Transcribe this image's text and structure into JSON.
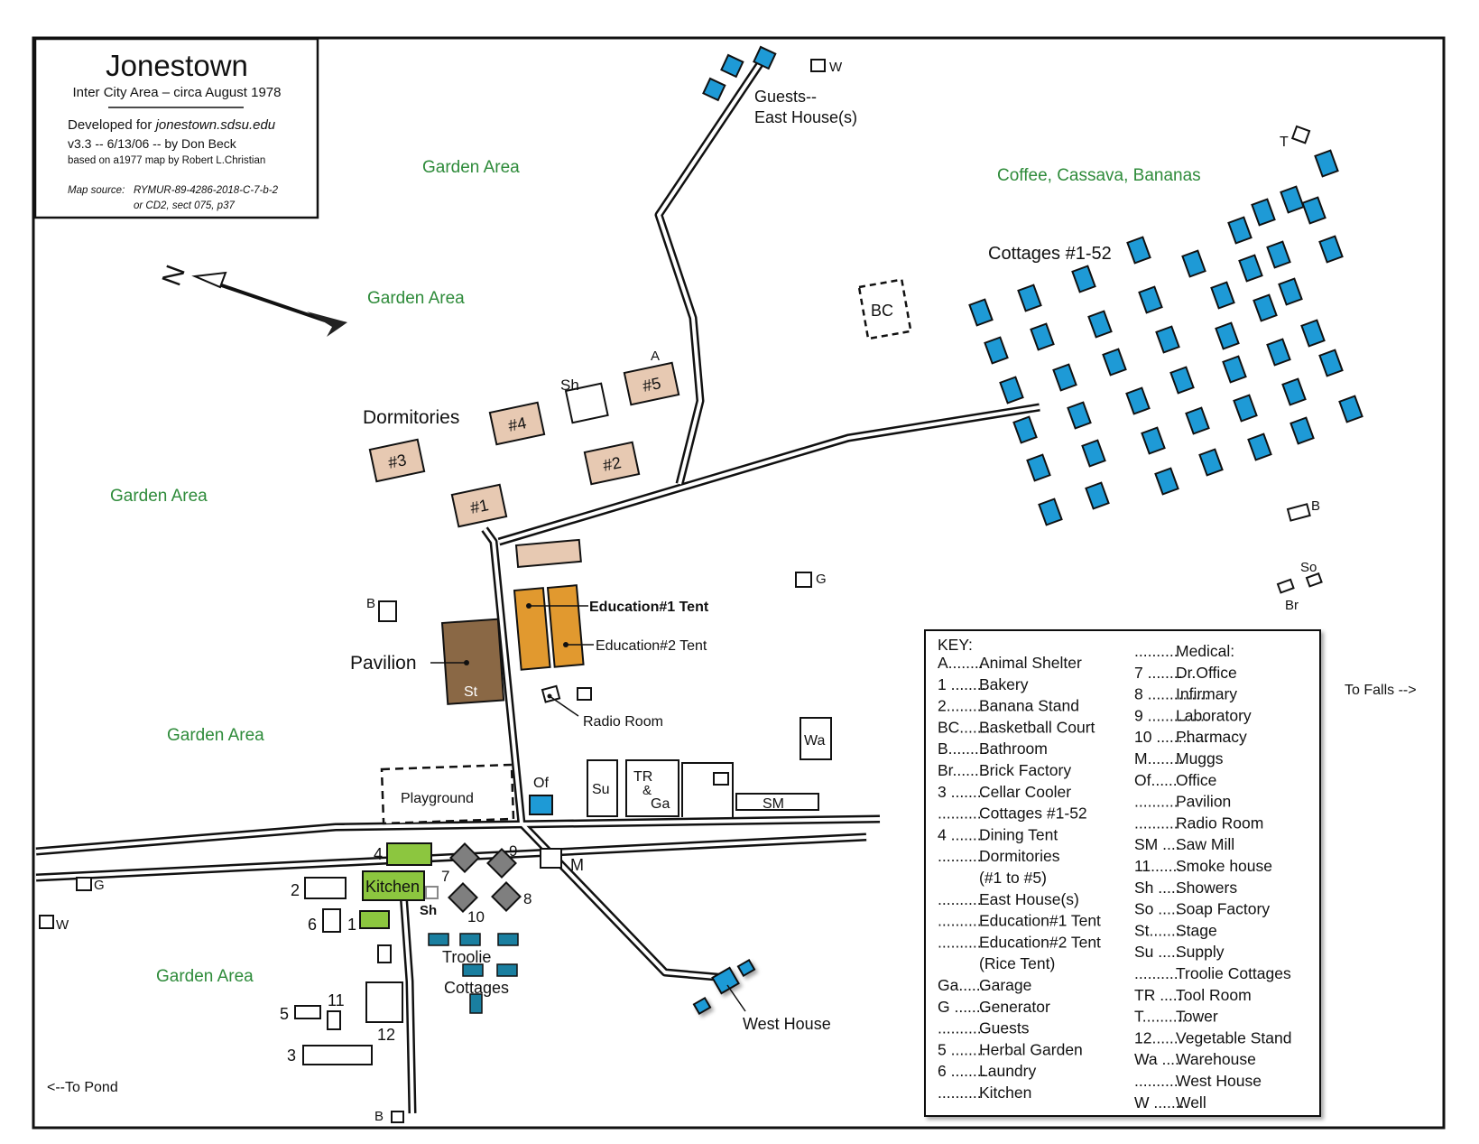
{
  "title_box": {
    "title": "Jonestown",
    "subtitle": "Inter City Area – circa August 1978",
    "developed_prefix": "Developed for ",
    "developed_site": "jonestown.sdsu.edu",
    "version": "v3.3 -- 6/13/06 -- by Don Beck",
    "based_on": "based on a1977 map by Robert L.Christian",
    "source_label": "Map source:",
    "source_line1": "RYMUR-89-4286-2018-C-7-b-2",
    "source_line2": "or CD2, sect 075, p37"
  },
  "north_label": "N",
  "colors": {
    "cottage_blue": "#1e9ad6",
    "dormitory_tan": "#e7c9b2",
    "education_orange": "#e1992f",
    "pavilion_brown": "#8a6845",
    "kitchen_green": "#8cc63f",
    "garden_green": "#2e8b3a",
    "gray_building": "#7f7f7f",
    "troolie_teal": "#1a7fa0"
  },
  "labels": {
    "garden_area": "Garden Area",
    "coffee": "Coffee, Cassava, Bananas",
    "cottages": "Cottages #1-52",
    "guests_1": "Guests--",
    "guests_2": "East House(s)",
    "dormitories": "Dormitories",
    "pavilion": "Pavilion",
    "stage": "St",
    "education1": "Education#1 Tent",
    "education2": "Education#2 Tent",
    "radio_room": "Radio Room",
    "playground": "Playground",
    "office": "Of",
    "supply": "Su",
    "tr": "TR",
    "amp": "&",
    "ga": "Ga",
    "saw_mill": "SM",
    "warehouse": "Wa",
    "muggs": "M",
    "kitchen": "Kitchen",
    "showers": "Sh",
    "troolie_1": "Troolie",
    "troolie_2": "Cottages",
    "west_house": "West House",
    "to_falls": "To Falls -->",
    "to_pond": "<--To Pond",
    "bc": "BC",
    "dorm1": "#1",
    "dorm2": "#2",
    "dorm3": "#3",
    "dorm4": "#4",
    "dorm5": "#5",
    "a": "A",
    "sh_top": "Sh",
    "w": "W",
    "t": "T",
    "b": "B",
    "so": "So",
    "br": "Br",
    "g": "G",
    "n1": "1",
    "n2": "2",
    "n3": "3",
    "n4": "4",
    "n5": "5",
    "n6": "6",
    "n7": "7",
    "n8": "8",
    "n9": "9",
    "n10": "10",
    "n11": "11",
    "n12": "12"
  },
  "key": {
    "heading": "KEY:",
    "left": [
      {
        "code": "A........",
        "name": "Animal Shelter"
      },
      {
        "code": "1 ........",
        "name": "Bakery"
      },
      {
        "code": "2........",
        "name": "Banana Stand"
      },
      {
        "code": "BC.......",
        "name": "Basketball Court"
      },
      {
        "code": "B.........",
        "name": "Bathroom"
      },
      {
        "code": "Br........",
        "name": "Brick Factory"
      },
      {
        "code": "3 ........",
        "name": "Cellar Cooler"
      },
      {
        "code": "..........",
        "name": "Cottages #1-52"
      },
      {
        "code": "4 ........",
        "name": "Dining Tent"
      },
      {
        "code": "..........",
        "name": "Dormitories"
      },
      {
        "code": "",
        "name": "(#1 to #5)"
      },
      {
        "code": "..........",
        "name": "East House(s)"
      },
      {
        "code": "..........",
        "name": "Education#1 Tent"
      },
      {
        "code": "..........",
        "name": "Education#2 Tent"
      },
      {
        "code": "",
        "name": "(Rice Tent)"
      },
      {
        "code": "Ga......",
        "name": "Garage"
      },
      {
        "code": "G ........",
        "name": "Generator"
      },
      {
        "code": "..........",
        "name": "Guests"
      },
      {
        "code": "5 ........",
        "name": "Herbal Garden"
      },
      {
        "code": "6 ........",
        "name": "Laundry"
      },
      {
        "code": "..........",
        "name": "Kitchen"
      }
    ],
    "right": [
      {
        "code": "..........",
        "name": "Medical:"
      },
      {
        "code": "7 ........ ..",
        "name": "Dr.Office"
      },
      {
        "code": "8 ..............",
        "name": "Infirmary"
      },
      {
        "code": "9 ..............",
        "name": "Laboratory"
      },
      {
        "code": "10 ............",
        "name": "Pharmacy"
      },
      {
        "code": "M........",
        "name": "Muggs"
      },
      {
        "code": "Of......",
        "name": "Office"
      },
      {
        "code": "..........",
        "name": "Pavilion"
      },
      {
        "code": "..........",
        "name": "Radio Room"
      },
      {
        "code": "SM ....",
        "name": "Saw Mill"
      },
      {
        "code": "11.......",
        "name": "Smoke house"
      },
      {
        "code": "Sh .....",
        "name": "Showers"
      },
      {
        "code": "So .....",
        "name": "Soap Factory"
      },
      {
        "code": "St........",
        "name": "Stage"
      },
      {
        "code": "Su .....",
        "name": "Supply"
      },
      {
        "code": "..........",
        "name": "Troolie Cottages"
      },
      {
        "code": "TR .....",
        "name": "Tool Room"
      },
      {
        "code": "T..........",
        "name": "Tower"
      },
      {
        "code": "12.......",
        "name": "Vegetable Stand"
      },
      {
        "code": "Wa ....",
        "name": "Warehouse"
      },
      {
        "code": "..........",
        "name": "West House"
      },
      {
        "code": "W .......",
        "name": "Well"
      }
    ]
  }
}
